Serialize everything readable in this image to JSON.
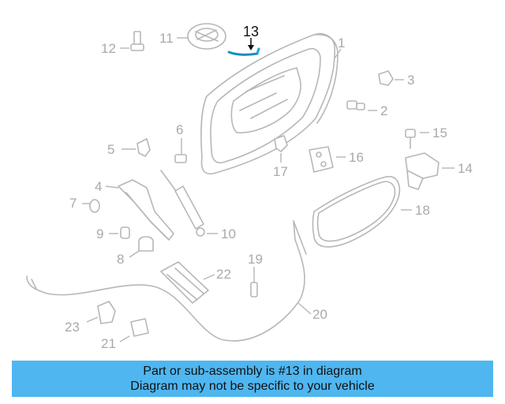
{
  "diagram": {
    "highlighted_part": "13",
    "highlight_color": "#29a8e0",
    "callouts": [
      "1",
      "2",
      "3",
      "4",
      "5",
      "6",
      "7",
      "8",
      "9",
      "10",
      "11",
      "12",
      "13",
      "14",
      "15",
      "16",
      "17",
      "18",
      "19",
      "20",
      "21",
      "22",
      "23"
    ]
  },
  "banner": {
    "line1": "Part or sub-assembly is #13 in diagram",
    "line2": "Diagram may not be specific to your vehicle",
    "background": "#4fb6f0"
  }
}
